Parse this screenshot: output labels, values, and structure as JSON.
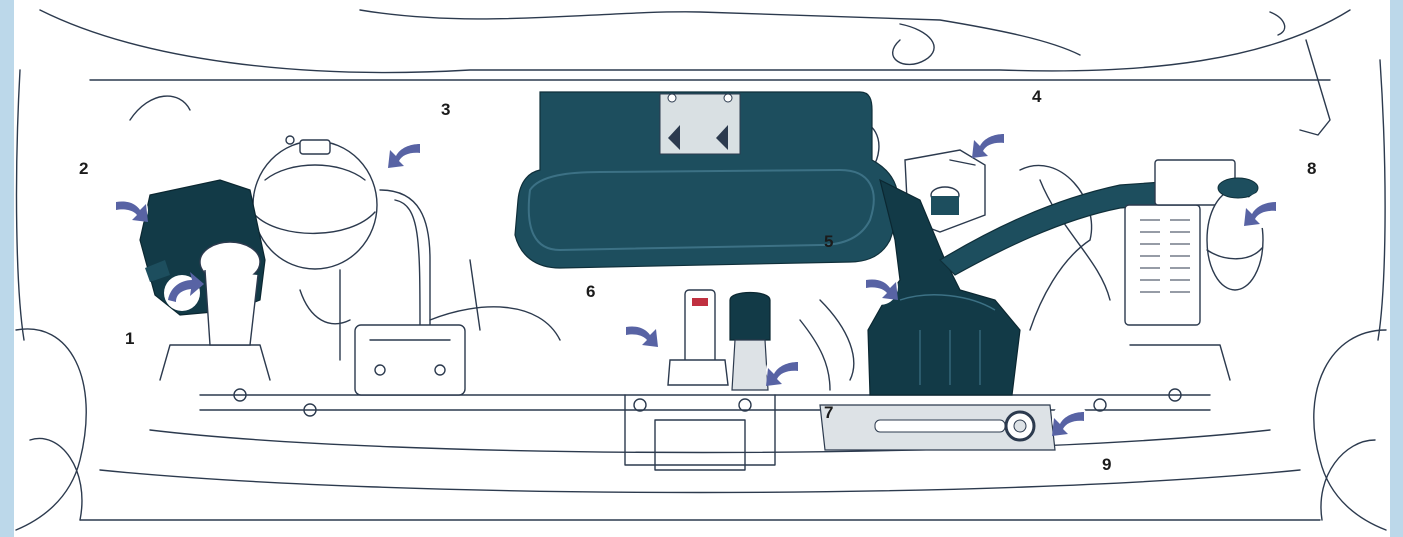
{
  "colors": {
    "line": "#2c3a4e",
    "component_teal": "#1d4e5e",
    "component_teal_dark": "#123a47",
    "arrow": "#5863a4",
    "background": "#ffffff",
    "edge_tint": "#bcd8ea"
  },
  "callouts": [
    {
      "id": "1",
      "text": "1"
    },
    {
      "id": "2",
      "text": "2"
    },
    {
      "id": "3",
      "text": "3"
    },
    {
      "id": "4",
      "text": "4"
    },
    {
      "id": "5",
      "text": "5"
    },
    {
      "id": "6",
      "text": "6"
    },
    {
      "id": "7",
      "text": "7"
    },
    {
      "id": "8",
      "text": "8"
    },
    {
      "id": "9",
      "text": "9"
    }
  ],
  "icons": {
    "pointer_arrow": "curved-arrow-icon",
    "washer_symbol": "windscreen-washer-icon",
    "oil_symbol": "oil-can-icon"
  }
}
